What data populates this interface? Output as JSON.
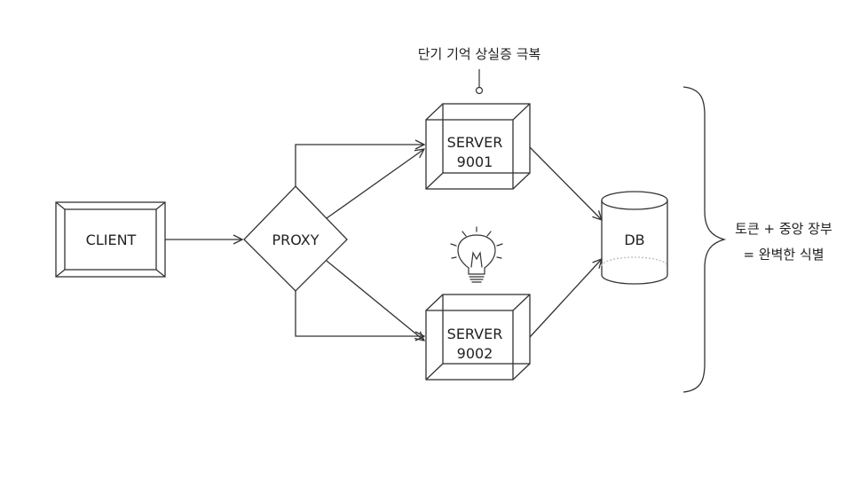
{
  "colors": {
    "stroke": "#333333",
    "text": "#222222",
    "background": "#ffffff"
  },
  "nodes": {
    "client": {
      "label": "CLIENT"
    },
    "proxy": {
      "label": "PROXY"
    },
    "server_9001": {
      "line1": "SERVER",
      "line2": "9001"
    },
    "server_9002": {
      "line1": "SERVER",
      "line2": "9002"
    },
    "db": {
      "label": "DB"
    }
  },
  "annotations": {
    "top_note": "단기 기억 상실증 극복",
    "brace_note_line1": "토큰 + 중앙 장부",
    "brace_note_line2": "= 완벽한 식별"
  },
  "icons": {
    "idea": "lightbulb-icon"
  }
}
